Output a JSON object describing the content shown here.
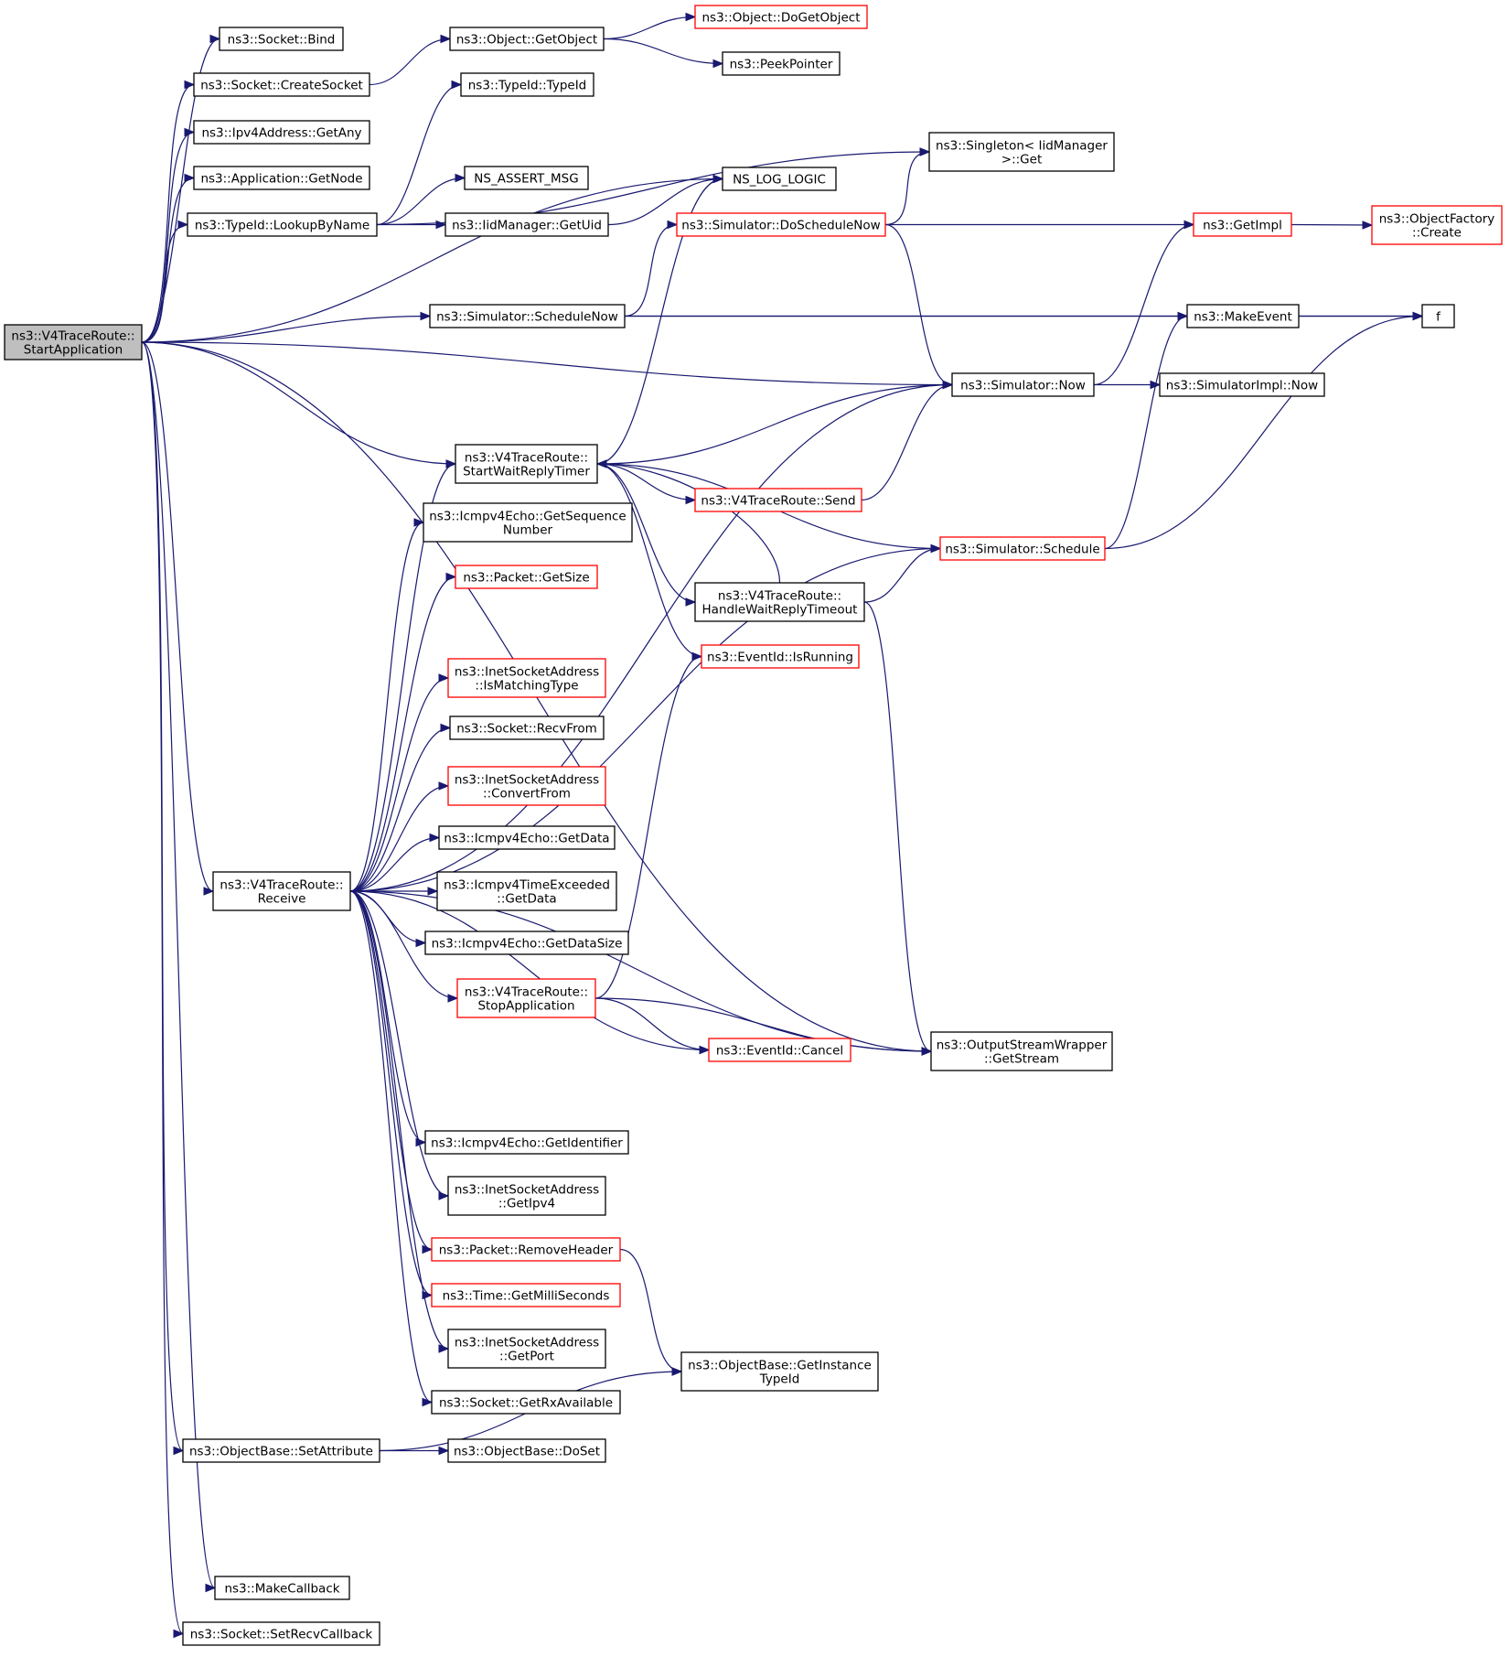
{
  "colors": {
    "edge": "#191970",
    "border_default": "#000000",
    "border_truncated": "#ff0000",
    "fill_default": "#ffffff",
    "fill_root": "#bfbfbf"
  },
  "nodes": {
    "root": {
      "lines": [
        "ns3::V4TraceRoute::",
        "StartApplication"
      ],
      "kind": "root"
    },
    "socket_bind": {
      "lines": [
        "ns3::Socket::Bind"
      ],
      "kind": "normal"
    },
    "create_socket": {
      "lines": [
        "ns3::Socket::CreateSocket"
      ],
      "kind": "normal"
    },
    "get_any": {
      "lines": [
        "ns3::Ipv4Address::GetAny"
      ],
      "kind": "normal"
    },
    "get_node": {
      "lines": [
        "ns3::Application::GetNode"
      ],
      "kind": "normal"
    },
    "lookup_by_name": {
      "lines": [
        "ns3::TypeId::LookupByName"
      ],
      "kind": "normal"
    },
    "get_object": {
      "lines": [
        "ns3::Object::GetObject"
      ],
      "kind": "normal"
    },
    "do_get_object": {
      "lines": [
        "ns3::Object::DoGetObject"
      ],
      "kind": "truncated"
    },
    "peek_pointer": {
      "lines": [
        "ns3::PeekPointer"
      ],
      "kind": "normal"
    },
    "typeid_ctor": {
      "lines": [
        "ns3::TypeId::TypeId"
      ],
      "kind": "normal"
    },
    "singleton_get": {
      "lines": [
        "ns3::Singleton< IidManager",
        ">::Get"
      ],
      "kind": "normal"
    },
    "ns_assert_msg": {
      "lines": [
        "NS_ASSERT_MSG"
      ],
      "kind": "normal"
    },
    "ns_log_logic": {
      "lines": [
        "NS_LOG_LOGIC"
      ],
      "kind": "normal"
    },
    "iid_get_uid": {
      "lines": [
        "ns3::IidManager::GetUid"
      ],
      "kind": "normal"
    },
    "do_schedule_now": {
      "lines": [
        "ns3::Simulator::DoScheduleNow"
      ],
      "kind": "truncated"
    },
    "get_impl": {
      "lines": [
        "ns3::GetImpl"
      ],
      "kind": "truncated"
    },
    "object_factory_create": {
      "lines": [
        "ns3::ObjectFactory",
        "::Create"
      ],
      "kind": "truncated"
    },
    "schedule_now": {
      "lines": [
        "ns3::Simulator::ScheduleNow"
      ],
      "kind": "normal"
    },
    "make_event": {
      "lines": [
        "ns3::MakeEvent"
      ],
      "kind": "normal"
    },
    "f": {
      "lines": [
        "f"
      ],
      "kind": "normal"
    },
    "sim_now": {
      "lines": [
        "ns3::Simulator::Now"
      ],
      "kind": "normal"
    },
    "simimpl_now": {
      "lines": [
        "ns3::SimulatorImpl::Now"
      ],
      "kind": "normal"
    },
    "start_wait": {
      "lines": [
        "ns3::V4TraceRoute::",
        "StartWaitReplyTimer"
      ],
      "kind": "normal"
    },
    "send": {
      "lines": [
        "ns3::V4TraceRoute::Send"
      ],
      "kind": "truncated"
    },
    "get_seq": {
      "lines": [
        "ns3::Icmpv4Echo::GetSequence",
        "Number"
      ],
      "kind": "normal"
    },
    "sim_schedule": {
      "lines": [
        "ns3::Simulator::Schedule"
      ],
      "kind": "truncated"
    },
    "packet_get_size": {
      "lines": [
        "ns3::Packet::GetSize"
      ],
      "kind": "truncated"
    },
    "handle_timeout": {
      "lines": [
        "ns3::V4TraceRoute::",
        "HandleWaitReplyTimeout"
      ],
      "kind": "normal"
    },
    "event_is_running": {
      "lines": [
        "ns3::EventId::IsRunning"
      ],
      "kind": "truncated"
    },
    "is_matching_type": {
      "lines": [
        "ns3::InetSocketAddress",
        "::IsMatchingType"
      ],
      "kind": "truncated"
    },
    "recv_from": {
      "lines": [
        "ns3::Socket::RecvFrom"
      ],
      "kind": "normal"
    },
    "convert_from": {
      "lines": [
        "ns3::InetSocketAddress",
        "::ConvertFrom"
      ],
      "kind": "truncated"
    },
    "echo_get_data": {
      "lines": [
        "ns3::Icmpv4Echo::GetData"
      ],
      "kind": "normal"
    },
    "receive": {
      "lines": [
        "ns3::V4TraceRoute::",
        "Receive"
      ],
      "kind": "normal"
    },
    "te_get_data": {
      "lines": [
        "ns3::Icmpv4TimeExceeded",
        "::GetData"
      ],
      "kind": "normal"
    },
    "echo_get_data_size": {
      "lines": [
        "ns3::Icmpv4Echo::GetDataSize"
      ],
      "kind": "normal"
    },
    "stop_app": {
      "lines": [
        "ns3::V4TraceRoute::",
        "StopApplication"
      ],
      "kind": "truncated"
    },
    "event_cancel": {
      "lines": [
        "ns3::EventId::Cancel"
      ],
      "kind": "truncated"
    },
    "get_stream": {
      "lines": [
        "ns3::OutputStreamWrapper",
        "::GetStream"
      ],
      "kind": "normal"
    },
    "get_identifier": {
      "lines": [
        "ns3::Icmpv4Echo::GetIdentifier"
      ],
      "kind": "normal"
    },
    "get_ipv4": {
      "lines": [
        "ns3::InetSocketAddress",
        "::GetIpv4"
      ],
      "kind": "normal"
    },
    "remove_header": {
      "lines": [
        "ns3::Packet::RemoveHeader"
      ],
      "kind": "truncated"
    },
    "get_milli": {
      "lines": [
        "ns3::Time::GetMilliSeconds"
      ],
      "kind": "truncated"
    },
    "get_port": {
      "lines": [
        "ns3::InetSocketAddress",
        "::GetPort"
      ],
      "kind": "normal"
    },
    "get_instance_typeid": {
      "lines": [
        "ns3::ObjectBase::GetInstance",
        "TypeId"
      ],
      "kind": "normal"
    },
    "get_rx_available": {
      "lines": [
        "ns3::Socket::GetRxAvailable"
      ],
      "kind": "normal"
    },
    "set_attribute": {
      "lines": [
        "ns3::ObjectBase::SetAttribute"
      ],
      "kind": "normal"
    },
    "do_set": {
      "lines": [
        "ns3::ObjectBase::DoSet"
      ],
      "kind": "normal"
    },
    "make_callback": {
      "lines": [
        "ns3::MakeCallback"
      ],
      "kind": "normal"
    },
    "set_recv_callback": {
      "lines": [
        "ns3::Socket::SetRecvCallback"
      ],
      "kind": "normal"
    }
  },
  "edges": [
    [
      "root",
      "socket_bind"
    ],
    [
      "root",
      "create_socket"
    ],
    [
      "root",
      "get_any"
    ],
    [
      "root",
      "get_node"
    ],
    [
      "root",
      "lookup_by_name"
    ],
    [
      "root",
      "ns_log_logic"
    ],
    [
      "root",
      "schedule_now"
    ],
    [
      "root",
      "sim_now"
    ],
    [
      "root",
      "start_wait"
    ],
    [
      "root",
      "receive"
    ],
    [
      "root",
      "set_attribute"
    ],
    [
      "root",
      "get_stream"
    ],
    [
      "root",
      "make_callback"
    ],
    [
      "root",
      "set_recv_callback"
    ],
    [
      "create_socket",
      "get_object"
    ],
    [
      "get_object",
      "do_get_object"
    ],
    [
      "get_object",
      "peek_pointer"
    ],
    [
      "lookup_by_name",
      "typeid_ctor"
    ],
    [
      "lookup_by_name",
      "singleton_get"
    ],
    [
      "lookup_by_name",
      "ns_assert_msg"
    ],
    [
      "lookup_by_name",
      "iid_get_uid"
    ],
    [
      "iid_get_uid",
      "ns_log_logic"
    ],
    [
      "do_schedule_now",
      "singleton_get"
    ],
    [
      "do_schedule_now",
      "get_impl"
    ],
    [
      "do_schedule_now",
      "sim_now"
    ],
    [
      "get_impl",
      "object_factory_create"
    ],
    [
      "schedule_now",
      "do_schedule_now"
    ],
    [
      "schedule_now",
      "make_event"
    ],
    [
      "schedule_now",
      "f"
    ],
    [
      "make_event",
      "f"
    ],
    [
      "sim_now",
      "get_impl"
    ],
    [
      "sim_now",
      "simimpl_now"
    ],
    [
      "start_wait",
      "ns_log_logic"
    ],
    [
      "start_wait",
      "sim_now"
    ],
    [
      "start_wait",
      "send"
    ],
    [
      "start_wait",
      "sim_schedule"
    ],
    [
      "start_wait",
      "handle_timeout"
    ],
    [
      "start_wait",
      "event_is_running"
    ],
    [
      "send",
      "sim_now"
    ],
    [
      "sim_schedule",
      "make_event"
    ],
    [
      "sim_schedule",
      "f"
    ],
    [
      "handle_timeout",
      "start_wait"
    ],
    [
      "handle_timeout",
      "sim_schedule"
    ],
    [
      "handle_timeout",
      "get_stream"
    ],
    [
      "receive",
      "sim_now"
    ],
    [
      "receive",
      "start_wait"
    ],
    [
      "receive",
      "get_seq"
    ],
    [
      "receive",
      "packet_get_size"
    ],
    [
      "receive",
      "sim_schedule"
    ],
    [
      "receive",
      "is_matching_type"
    ],
    [
      "receive",
      "recv_from"
    ],
    [
      "receive",
      "convert_from"
    ],
    [
      "receive",
      "echo_get_data"
    ],
    [
      "receive",
      "te_get_data"
    ],
    [
      "receive",
      "echo_get_data_size"
    ],
    [
      "receive",
      "stop_app"
    ],
    [
      "receive",
      "event_cancel"
    ],
    [
      "receive",
      "get_stream"
    ],
    [
      "receive",
      "get_identifier"
    ],
    [
      "receive",
      "get_ipv4"
    ],
    [
      "receive",
      "remove_header"
    ],
    [
      "receive",
      "get_milli"
    ],
    [
      "receive",
      "get_port"
    ],
    [
      "receive",
      "get_rx_available"
    ],
    [
      "stop_app",
      "event_is_running"
    ],
    [
      "stop_app",
      "event_cancel"
    ],
    [
      "stop_app",
      "get_stream"
    ],
    [
      "remove_header",
      "get_instance_typeid"
    ],
    [
      "set_attribute",
      "do_set"
    ],
    [
      "set_attribute",
      "get_instance_typeid"
    ]
  ]
}
